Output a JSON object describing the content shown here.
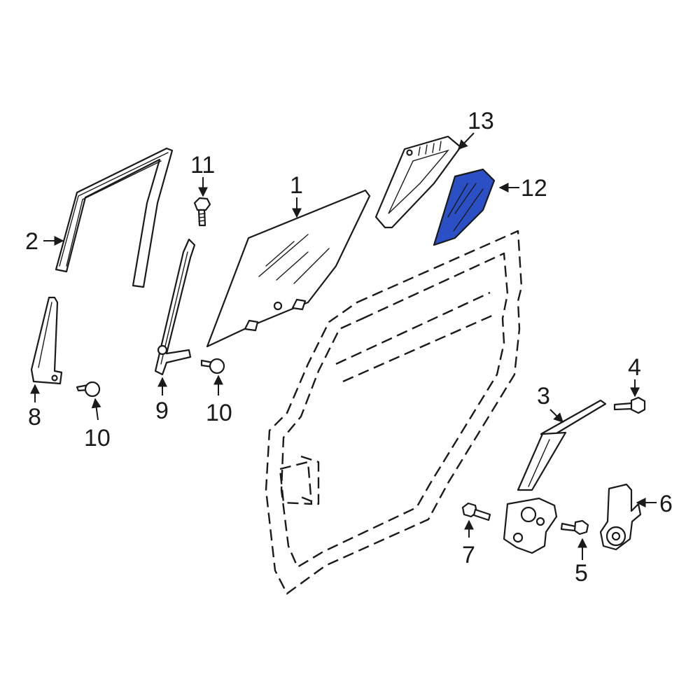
{
  "diagram": {
    "highlight_color": "#2b4fc4",
    "line_color": "#1a1a1a",
    "background": "#ffffff"
  },
  "callouts": {
    "c1": "1",
    "c2": "2",
    "c3": "3",
    "c4": "4",
    "c5": "5",
    "c6": "6",
    "c7": "7",
    "c8": "8",
    "c9": "9",
    "c10a": "10",
    "c10b": "10",
    "c11": "11",
    "c12": "12",
    "c13": "13"
  }
}
